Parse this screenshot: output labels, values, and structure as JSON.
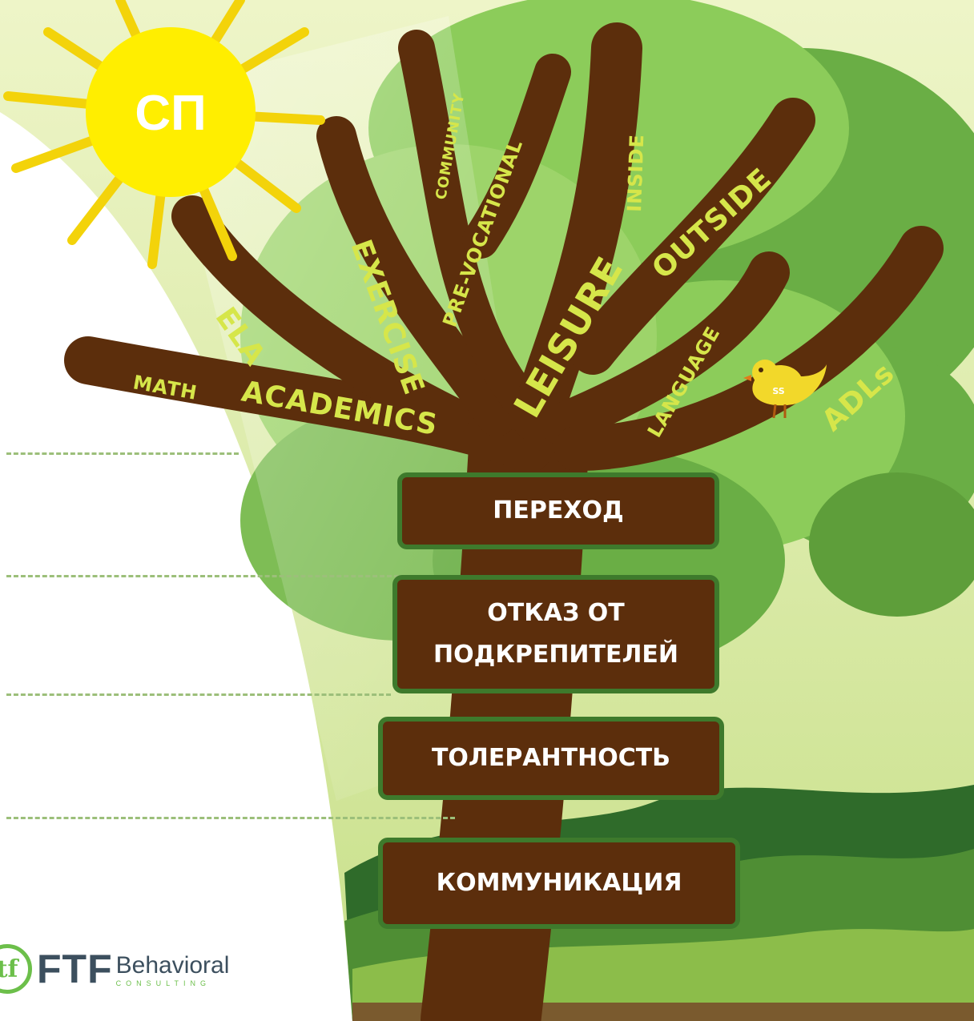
{
  "sun": {
    "label": "СП"
  },
  "bird": {
    "label": "SS"
  },
  "branches": {
    "math": "MATH",
    "academics": "ACADEMICS",
    "ela": "ELA",
    "exercise": "EXERCISE",
    "community": "COMMUNITY",
    "pre_vocational": "PRE-VOCATIONAL",
    "leisure": "LEISURE",
    "inside": "INSIDE",
    "outside": "OUTSIDE",
    "language": "LANGUAGE",
    "adls": "ADLs"
  },
  "signs": [
    {
      "label": "ПЕРЕХОД"
    },
    {
      "label": "ОТКАЗ ОТ\nПОДКРЕПИТЕЛЕЙ"
    },
    {
      "label": "ТОЛЕРАНТНОСТЬ"
    },
    {
      "label": "КОММУНИКАЦИЯ"
    }
  ],
  "logo": {
    "mark": "tf",
    "name": "FTF",
    "word": "Behavioral",
    "sub": "CONSULTING"
  },
  "colors": {
    "trunk": "#5c2e0c",
    "sign_border": "#3e7a2c",
    "branch_text": "#d6e64a",
    "sun": "#ffee00",
    "foliage_light": "#8ccc5a",
    "foliage_dark": "#5e9e3a"
  }
}
